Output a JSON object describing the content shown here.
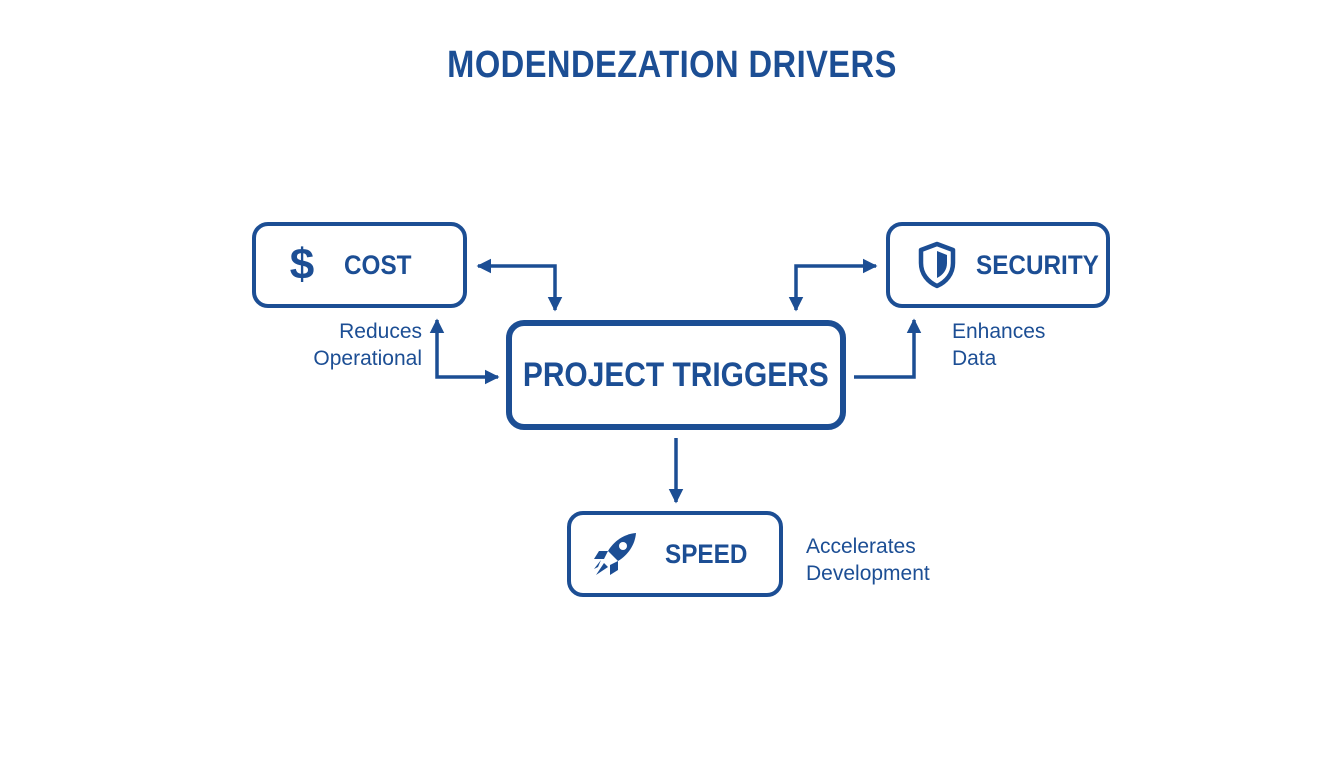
{
  "title": "MODENDEZATION DRIVERS",
  "nodes": {
    "cost": {
      "label": "COST",
      "icon": "dollar-icon",
      "symbol": "$",
      "description": [
        "Reduces",
        "Operational"
      ]
    },
    "security": {
      "label": "SECURITY",
      "icon": "shield-icon",
      "description": [
        "Enhances",
        "Data"
      ]
    },
    "triggers": {
      "label": "PROJECT TRIGGERS"
    },
    "speed": {
      "label": "SPEED",
      "icon": "rocket-icon",
      "description": [
        "Accelerates",
        "Development"
      ]
    }
  },
  "colors": {
    "primary": "#1c4e94",
    "background": "#ffffff"
  }
}
